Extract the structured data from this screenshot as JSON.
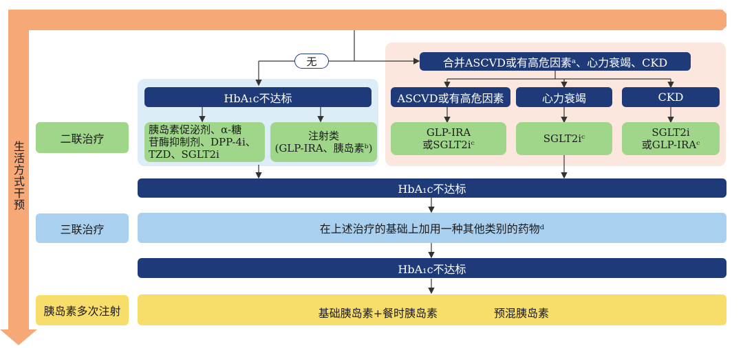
{
  "lifestyle_label": "生活方式干预",
  "no_label": "无",
  "comorbidity": "合并ASCVD或有高危因素ᵃ、心力衰竭、CKD",
  "sub_ascvd": "ASCVD或有高危因素",
  "sub_hf": "心力衰竭",
  "sub_ckd": "CKD",
  "hba1c_fail": "HbA₁c不达标",
  "hba1c_fail_2": "HbA₁c不达标",
  "hba1c_fail_3": "HbA₁c不达标",
  "oral_drugs": [
    "胰岛素促泌剂、α-糖",
    "苷酶抑制剂、DPP-4i、",
    "TZD、SGLT2i"
  ],
  "injectables": [
    "注射类",
    "(GLP-IRA、胰岛素ᵇ)"
  ],
  "rx_ascvd": [
    "GLP-IRA",
    "或SGLT2iᶜ"
  ],
  "rx_hf": "SGLT2iᶜ",
  "rx_ckd": [
    "SGLT2i",
    "或GLP-IRAᶜ"
  ],
  "dual_label": "二联治疗",
  "triple_label": "三联治疗",
  "triple_text": "在上述治疗的基础上加用一种其他类别的药物ᵈ",
  "insulin_label": "胰岛素多次注射",
  "insulin_left": "基础胰岛素+餐时胰岛素",
  "insulin_right": "预混胰岛素"
}
